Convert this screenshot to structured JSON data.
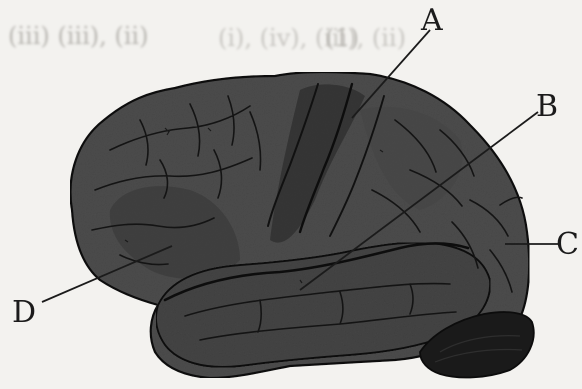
{
  "bleed_text": {
    "top_left": "(iii) (iii), (ii)",
    "top_mid": "(1)",
    "top_right": "(i), (iv), (iii), (ii)"
  },
  "labels": {
    "A": "A",
    "B": "B",
    "C": "C",
    "D": "D"
  },
  "colors": {
    "paper": "#f3f2ef",
    "brain_fill": "#4d4d4d",
    "brain_dark": "#2f2f2f",
    "sulci": "#111111",
    "cerebellum": "#1a1a1a",
    "leader_line": "#1b1b1b"
  }
}
